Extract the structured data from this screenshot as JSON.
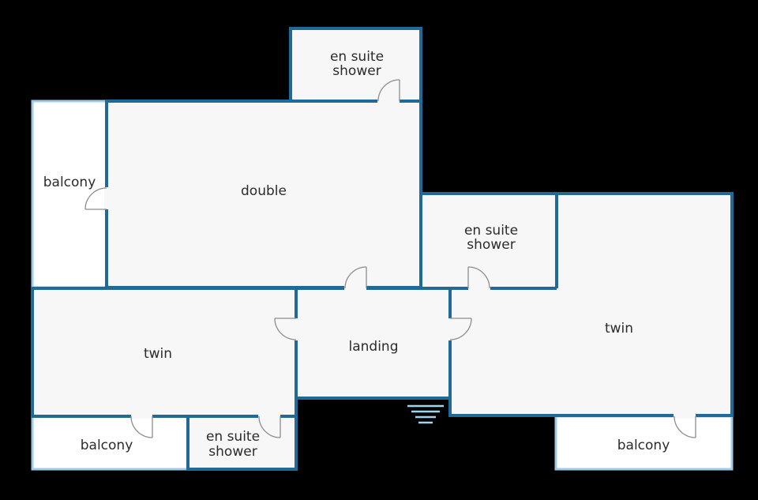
{
  "rooms": {
    "ensuite_top": [
      "en suite",
      "shower"
    ],
    "balcony_left": "balcony",
    "double": "double",
    "ensuite_mid": [
      "en suite",
      "shower"
    ],
    "twin_right": "twin",
    "twin_left": "twin",
    "landing": "landing",
    "balcony_bottom_left": "balcony",
    "ensuite_bottom": [
      "en suite",
      "shower"
    ],
    "balcony_bottom_right": "balcony"
  },
  "colors": {
    "background": "#000000",
    "room_fill": "#f7f7f7",
    "balcony_fill": "#ffffff",
    "wall": "#1f6a96",
    "balcony_wall": "#9fcbe6",
    "stairs": "#9fd3f0",
    "door": "#8c8c8c"
  }
}
